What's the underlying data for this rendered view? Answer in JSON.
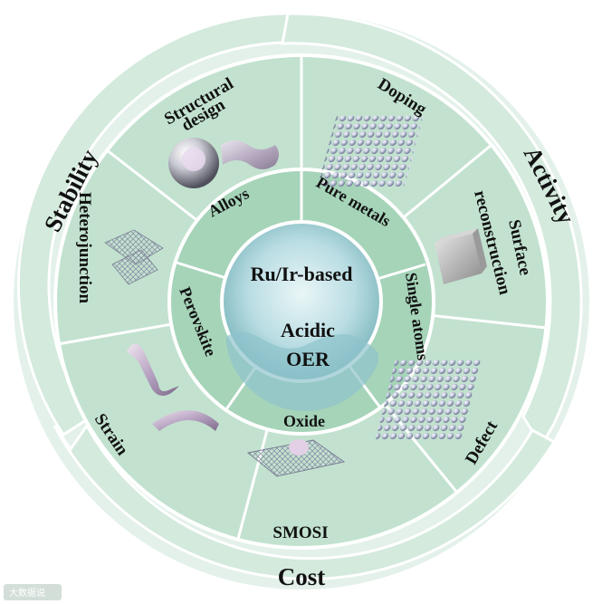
{
  "center": {
    "title": "Ru/Ir-based",
    "subtitle_line1": "Acidic",
    "subtitle_line2": "OER"
  },
  "inner_ring": {
    "alloys": "Alloys",
    "pure_metals": "Pure metals",
    "single_atoms": "Single atoms",
    "oxide": "Oxide",
    "perovskite": "Perovskite"
  },
  "strategies": {
    "structural_design_line1": "Structural",
    "structural_design_line2": "design",
    "doping": "Doping",
    "surface_reconstruction_line1": "Surface",
    "surface_reconstruction_line2": "reconstruction",
    "defect": "Defect",
    "smosi": "SMOSI",
    "strain": "Strain",
    "heterojunction": "Heterojunction"
  },
  "outer_ring": {
    "stability": "Stability",
    "activity": "Activity",
    "cost": "Cost"
  },
  "watermark": "大数据说",
  "colors": {
    "outer_ring": "#e3f1ea",
    "arrow_fill": "#d3eadd",
    "sector_fill": "#bfe0cc",
    "inner_ring": "#a4d2b7",
    "divider": "#ffffff",
    "center_fill": "#cfe9f0"
  }
}
